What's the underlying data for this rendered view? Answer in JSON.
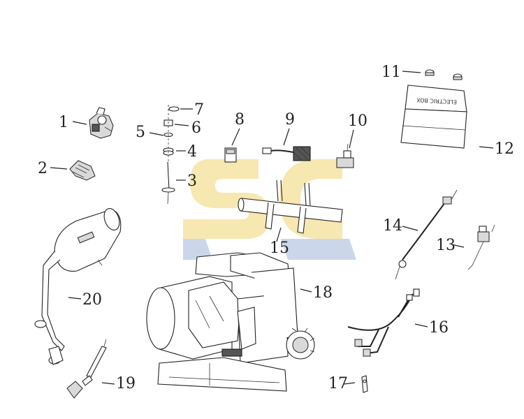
{
  "diagram": {
    "callouts": [
      {
        "id": "1",
        "label": "1"
      },
      {
        "id": "2",
        "label": "2"
      },
      {
        "id": "3",
        "label": "3"
      },
      {
        "id": "4",
        "label": "4"
      },
      {
        "id": "5",
        "label": "5"
      },
      {
        "id": "6",
        "label": "6"
      },
      {
        "id": "7",
        "label": "7"
      },
      {
        "id": "8",
        "label": "8"
      },
      {
        "id": "9",
        "label": "9"
      },
      {
        "id": "10",
        "label": "10"
      },
      {
        "id": "11",
        "label": "11"
      },
      {
        "id": "12",
        "label": "12"
      },
      {
        "id": "13",
        "label": "13"
      },
      {
        "id": "14",
        "label": "14"
      },
      {
        "id": "15",
        "label": "15"
      },
      {
        "id": "16",
        "label": "16"
      },
      {
        "id": "17",
        "label": "17"
      },
      {
        "id": "18",
        "label": "18"
      },
      {
        "id": "19",
        "label": "19"
      },
      {
        "id": "20",
        "label": "20"
      }
    ],
    "box_label": "ELECTRIC BOX",
    "watermark": {
      "text": "SC",
      "colors": {
        "yellow": "#f7e7b0",
        "blue": "#c3cfe6"
      }
    }
  }
}
